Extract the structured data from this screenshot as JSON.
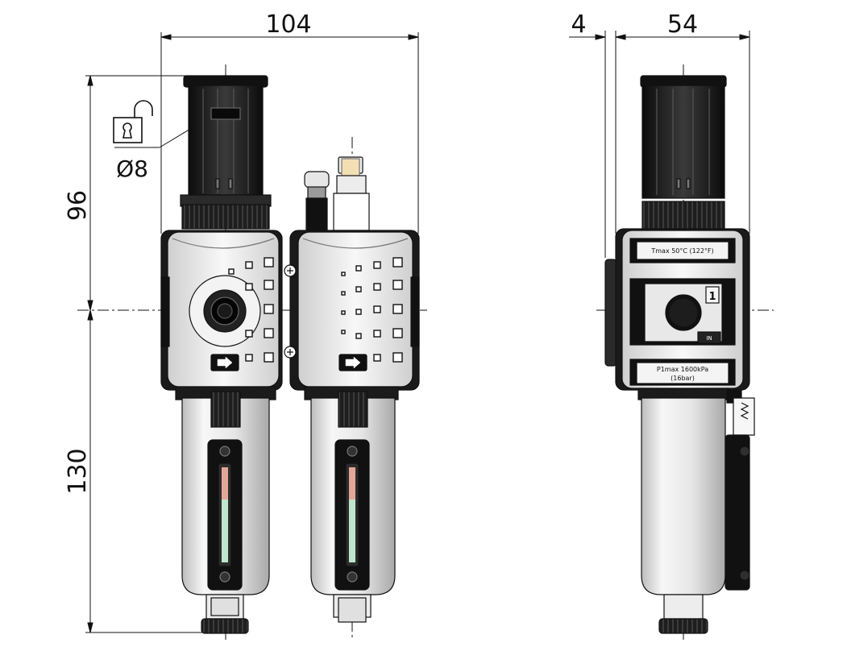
{
  "dimensions": {
    "overall_width": "104",
    "side_offset": "4",
    "side_width": "54",
    "upper_height": "96",
    "lower_height": "130",
    "lock_diameter": "Ø8"
  },
  "labels": {
    "tmax": "Tmax 50°C (122°F)",
    "pmax_line1": "P1max 1600kPa",
    "pmax_line2": "(16bar)",
    "port_in": "1",
    "port_mark": "IN"
  },
  "colors": {
    "stroke": "#111111",
    "body_gray": "#d9d9d9",
    "body_light": "#f4f4f4",
    "dark": "#1a1a1a",
    "sight_green": "#bfe6cc",
    "sight_red": "#e3a79a"
  }
}
